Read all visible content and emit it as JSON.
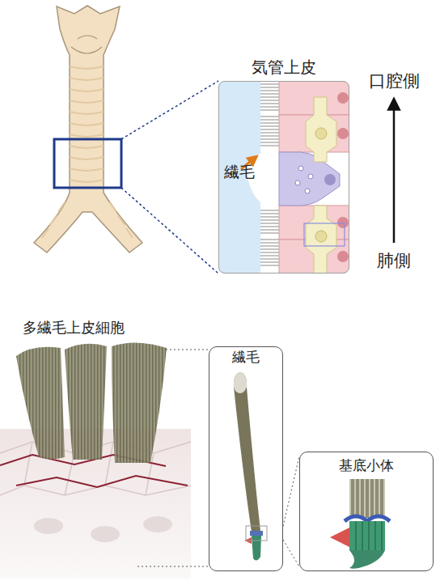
{
  "diagram": {
    "nodes": [
      {
        "text": [
          "気管上皮",
          "繊毛"
        ]
      },
      {
        "text": [
          "繊毛"
        ]
      },
      {
        "text": [
          "基底小体"
        ]
      }
    ],
    "edges": [
      {
        "from": 1,
        "to": 2,
        "arrow": "none"
      },
      {
        "from": 1,
        "to": 2,
        "arrow": "none"
      }
    ],
    "labels": [
      "口腔側",
      "肺側",
      "多繊毛上皮細胞"
    ]
  }
}
